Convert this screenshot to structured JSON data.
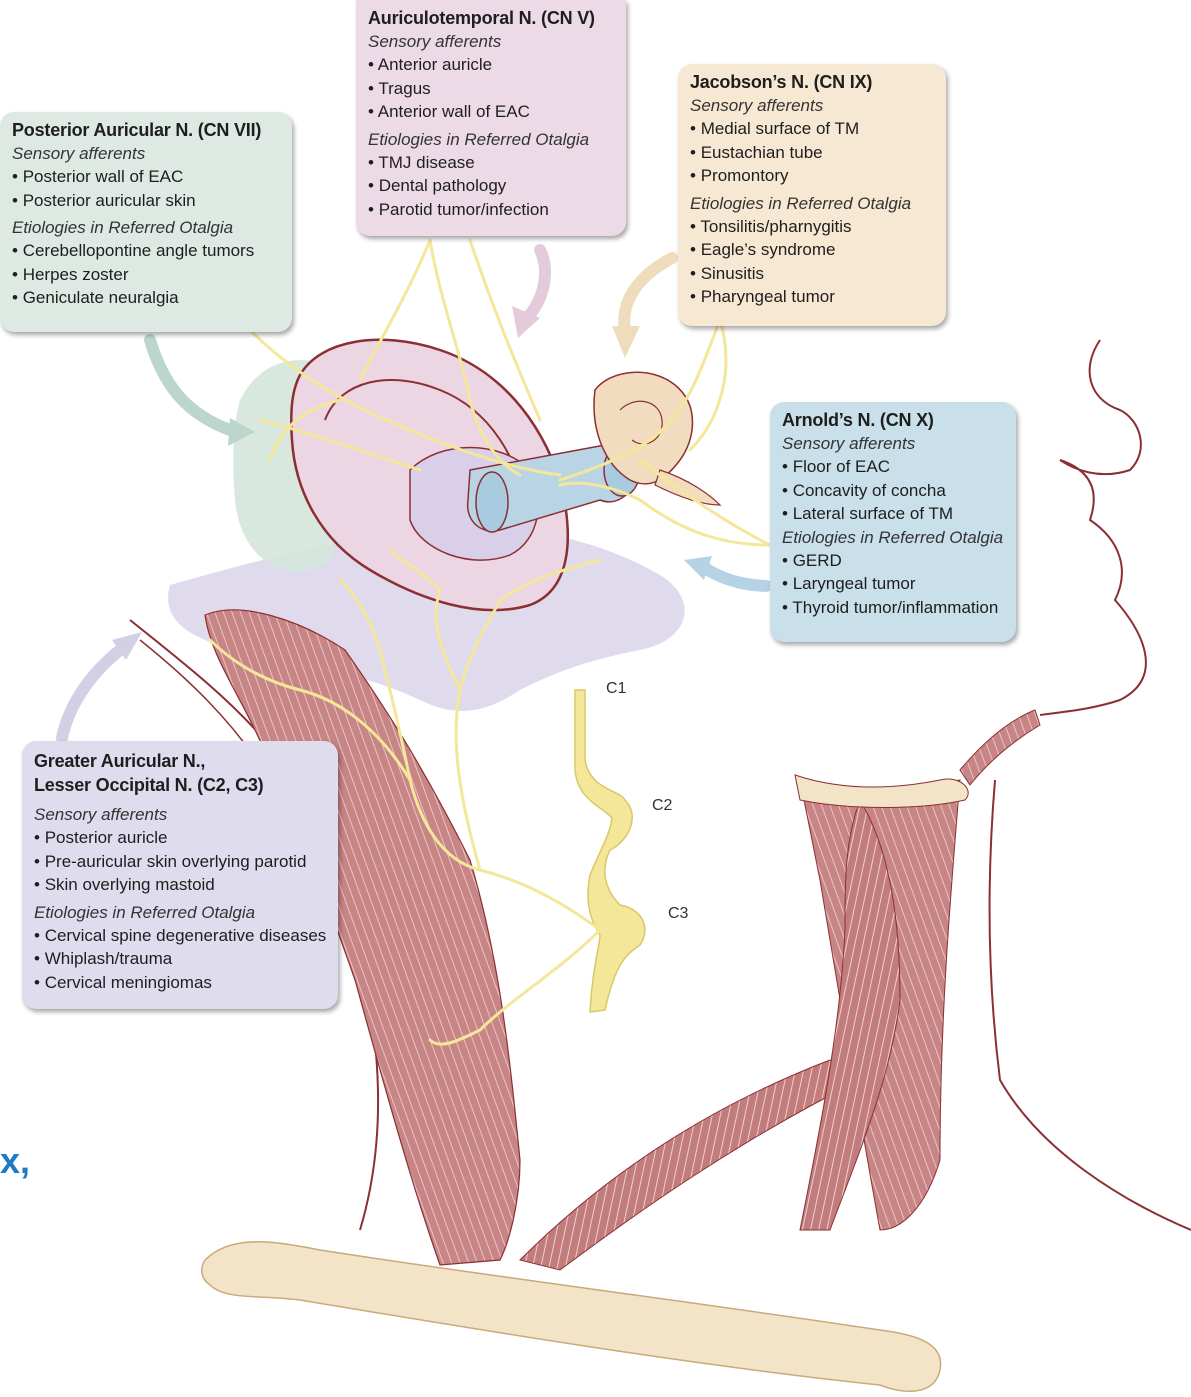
{
  "boxes": {
    "posterior": {
      "title": "Posterior Auricular N. (CN VII)",
      "h1": "Sensory afferents",
      "afferents": [
        "Posterior wall of EAC",
        "Posterior auricular skin"
      ],
      "h2": "Etiologies in Referred Otalgia",
      "etiologies": [
        "Cerebellopontine angle tumors",
        "Herpes zoster",
        "Geniculate neuralgia"
      ]
    },
    "auriculotemporal": {
      "title": "Auriculotemporal N. (CN V)",
      "h1": "Sensory afferents",
      "afferents": [
        "Anterior auricle",
        "Tragus",
        "Anterior wall of EAC"
      ],
      "h2": "Etiologies in Referred Otalgia",
      "etiologies": [
        "TMJ disease",
        "Dental pathology",
        "Parotid tumor/infection"
      ]
    },
    "jacobson": {
      "title": "Jacobson’s N. (CN IX)",
      "h1": "Sensory afferents",
      "afferents": [
        "Medial surface of TM",
        "Eustachian tube",
        "Promontory"
      ],
      "h2": "Etiologies in Referred Otalgia",
      "etiologies": [
        "Tonsilitis/pharnygitis",
        "Eagle’s syndrome",
        "Sinusitis",
        "Pharyngeal tumor"
      ]
    },
    "arnold": {
      "title": "Arnold’s N. (CN X)",
      "h1": "Sensory afferents",
      "afferents": [
        "Floor of EAC",
        "Concavity of concha",
        "Lateral surface of TM"
      ],
      "h2": "Etiologies in Referred Otalgia",
      "etiologies": [
        "GERD",
        "Laryngeal tumor",
        "Thyroid tumor/inflammation"
      ]
    },
    "greater": {
      "title1": "Greater Auricular N.,",
      "title2": "Lesser Occipital N. (C2, C3)",
      "h1": "Sensory afferents",
      "afferents": [
        "Posterior auricle",
        "Pre-auricular skin overlying parotid",
        "Skin overlying mastoid"
      ],
      "h2": "Etiologies in Referred Otalgia",
      "etiologies": [
        "Cervical spine degenerative diseases",
        "Whiplash/trauma",
        "Cervical meningiomas"
      ]
    }
  },
  "spinal_labels": [
    "C1",
    "C2",
    "C3"
  ],
  "left_fragment": "x,",
  "colors": {
    "nerve": "#f4e79a",
    "muscle": "#c98a8a",
    "outline": "#8b2f33",
    "bone": "#f3e4c8",
    "posterior": "#dde9e2",
    "auriculotemporal": "#ecdbe7",
    "jacobson": "#f6e8d2",
    "arnold": "#c9dfea",
    "greater": "#dedced",
    "fragment_text": "#1f7ac4"
  }
}
